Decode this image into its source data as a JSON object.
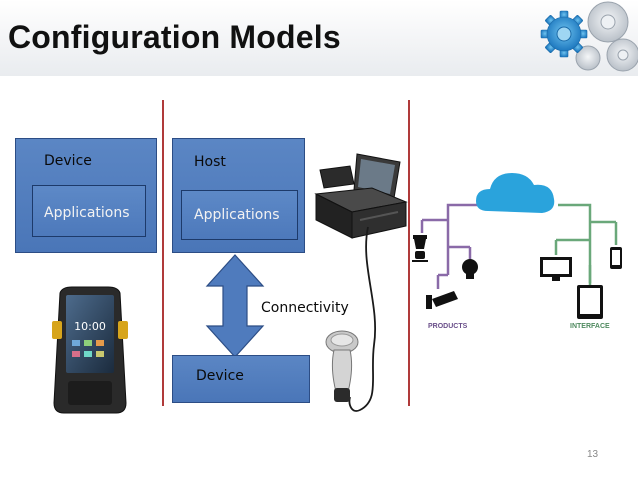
{
  "header": {
    "title": "Configuration Models"
  },
  "left_panel": {
    "device_label": "Device",
    "applications_label": "Applications"
  },
  "middle_panel": {
    "host_label": "Host",
    "applications_label": "Applications",
    "connectivity_label": "Connectivity",
    "device_label": "Device"
  },
  "right_panel": {
    "cloud_label": "CLOUD",
    "products_label": "PRODUCTS",
    "interface_label": "INTERFACE"
  },
  "footer": {
    "page_number": "13"
  },
  "colors": {
    "box_blue": "#4f7bbd",
    "divider_red": "#b03a3a",
    "cloud_blue": "#2aa3dc",
    "products_line": "#8a6aa8",
    "interface_line": "#6aa87a"
  }
}
